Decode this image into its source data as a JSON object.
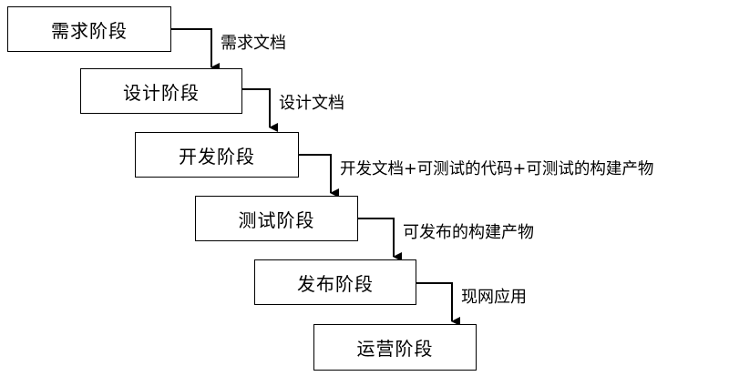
{
  "stages": [
    {
      "label": "需求阶段"
    },
    {
      "label": "设计阶段"
    },
    {
      "label": "开发阶段"
    },
    {
      "label": "测试阶段"
    },
    {
      "label": "发布阶段"
    },
    {
      "label": "运营阶段"
    }
  ],
  "artifacts": [
    {
      "label": "需求文档"
    },
    {
      "label": "设计文档"
    },
    {
      "label": "开发文档+可测试的代码+可测试的构建产物"
    },
    {
      "label": "可发布的构建产物"
    },
    {
      "label": "现网应用"
    }
  ]
}
